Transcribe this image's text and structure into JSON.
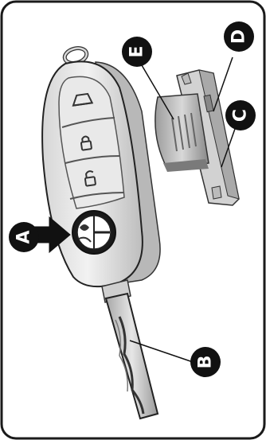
{
  "callouts": {
    "a": "A",
    "b": "B",
    "c": "C",
    "d": "D",
    "e": "E"
  },
  "colors": {
    "frame": "#1a1a1a",
    "key_body": "#e4e4e4",
    "key_shadow": "#9a9a9a",
    "metal": "#c9c9c9",
    "badge": "#111111"
  },
  "icons": [
    "trunk-icon",
    "lock-icon",
    "unlock-icon",
    "brand-badge-icon"
  ]
}
